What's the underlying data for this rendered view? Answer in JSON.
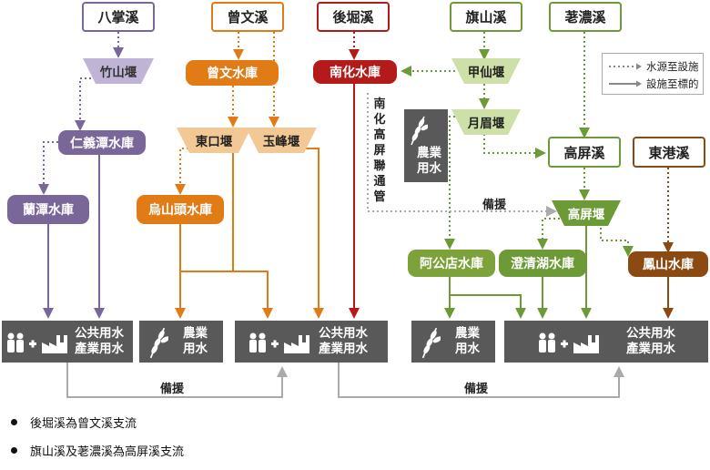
{
  "colors": {
    "purple": "#7a679a",
    "orange": "#e07b16",
    "red": "#b51a1a",
    "green": "#6b9a37",
    "olive": "#7da23a",
    "brown": "#8a4a12",
    "gray": "#595959",
    "light_purple": "#bfb3d6",
    "light_orange": "#f2c894",
    "light_green": "#cde0a8"
  },
  "rivers": {
    "bazhang": "八掌溪",
    "zengwen": "曾文溪",
    "houku": "後堀溪",
    "qishan": "旗山溪",
    "laonong": "荖濃溪",
    "gaoping": "高屏溪",
    "donggang": "東港溪"
  },
  "weirs": {
    "zhushan": "竹山堰",
    "dongkou": "東口堰",
    "yufeng": "玉峰堰",
    "jiaxian": "甲仙堰",
    "yuemei": "月眉堰",
    "gaoping": "高屏堰"
  },
  "reservoirs": {
    "renyitan": "仁義潭水庫",
    "lantan": "蘭潭水庫",
    "zengwen": "曾文水庫",
    "wushantou": "烏山頭水庫",
    "nanhua": "南化水庫",
    "agongdian": "阿公店水庫",
    "chengqinghu": "澄清湖水庫",
    "fengshan": "鳳山水庫"
  },
  "uses": {
    "public": "公共用水",
    "industrial": "產業用水",
    "agri_line1": "農業",
    "agri_line2": "用水"
  },
  "connector_label": "南化高屏聯通管",
  "backup_label": "備援",
  "legend": {
    "source_to_facility": "水源至設施",
    "facility_to_target": "設施至標的"
  },
  "notes": [
    "後堀溪為曾文溪支流",
    "旗山溪及荖濃溪為高屏溪支流"
  ]
}
